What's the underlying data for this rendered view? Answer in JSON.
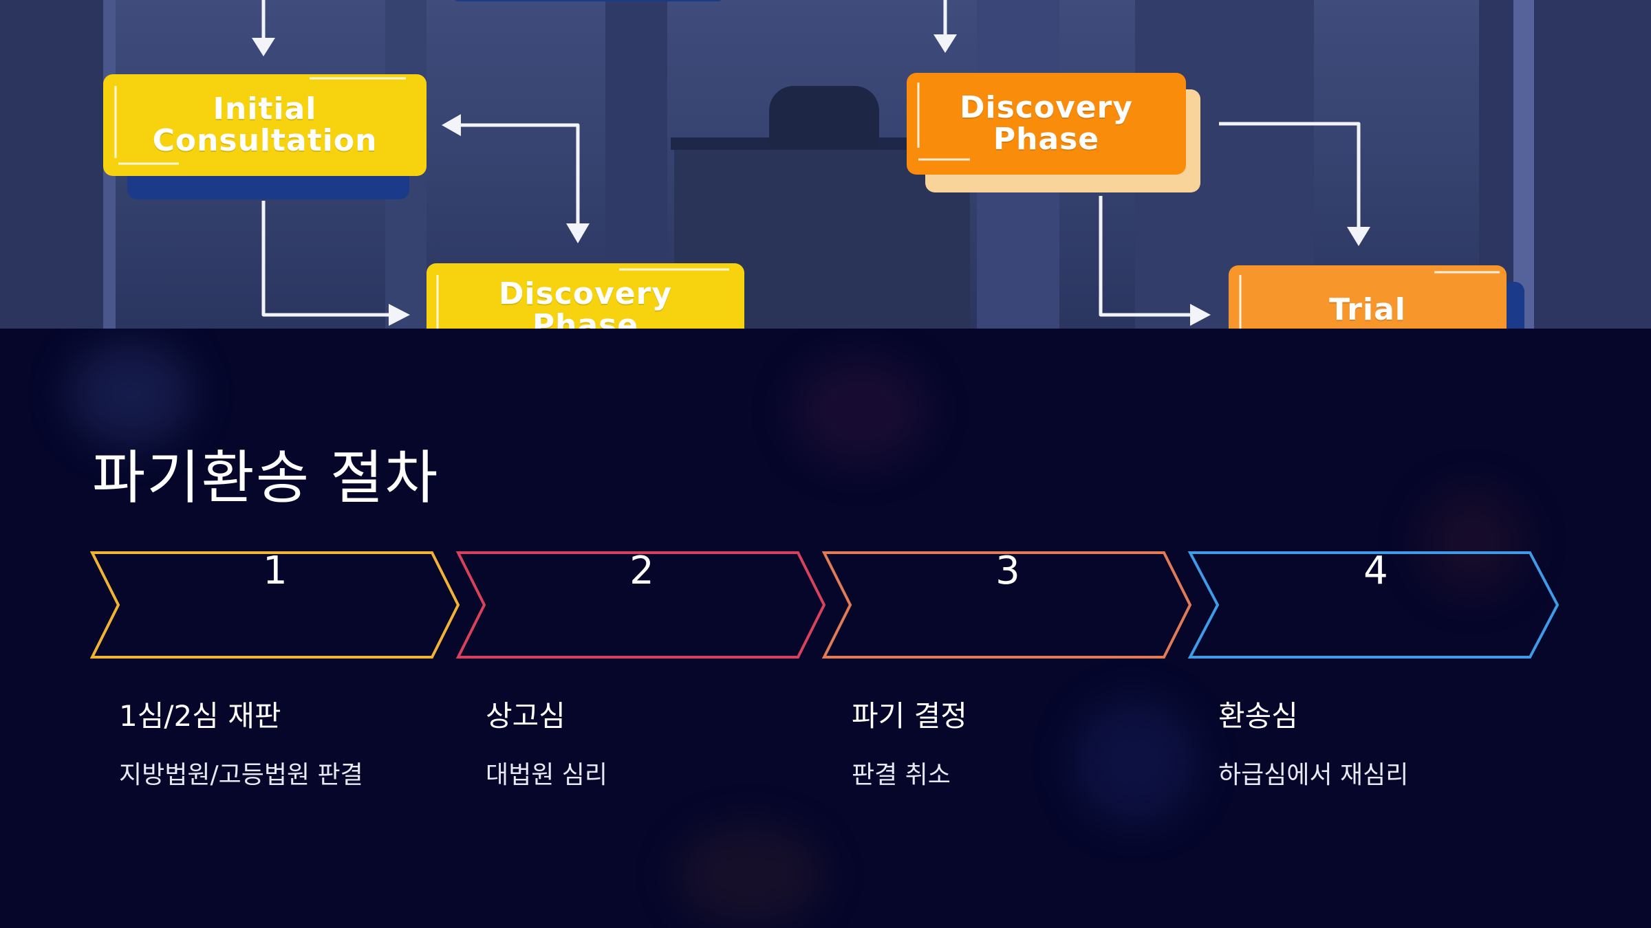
{
  "illustration": {
    "boxes": [
      {
        "label": "Initial Consultation",
        "color": "#f7d20f"
      },
      {
        "label": "Discovery Phase",
        "color": "#f7d20f"
      },
      {
        "label": "Discovery Phase",
        "color": "#fa8c0c"
      },
      {
        "label": "Trial",
        "color": "#f7962b"
      }
    ]
  },
  "slide": {
    "title": "파기환송 절차",
    "steps": [
      {
        "number": "1",
        "title": "1심/2심 재판",
        "desc": "지방법원/고등법원 판결",
        "color": "#f2b233"
      },
      {
        "number": "2",
        "title": "상고심",
        "desc": "대법원 심리",
        "color": "#d9405e"
      },
      {
        "number": "3",
        "title": "파기 결정",
        "desc": "판결 취소",
        "color": "#e27a55"
      },
      {
        "number": "4",
        "title": "환송심",
        "desc": "하급심에서 재심리",
        "color": "#3f9be8"
      }
    ]
  }
}
